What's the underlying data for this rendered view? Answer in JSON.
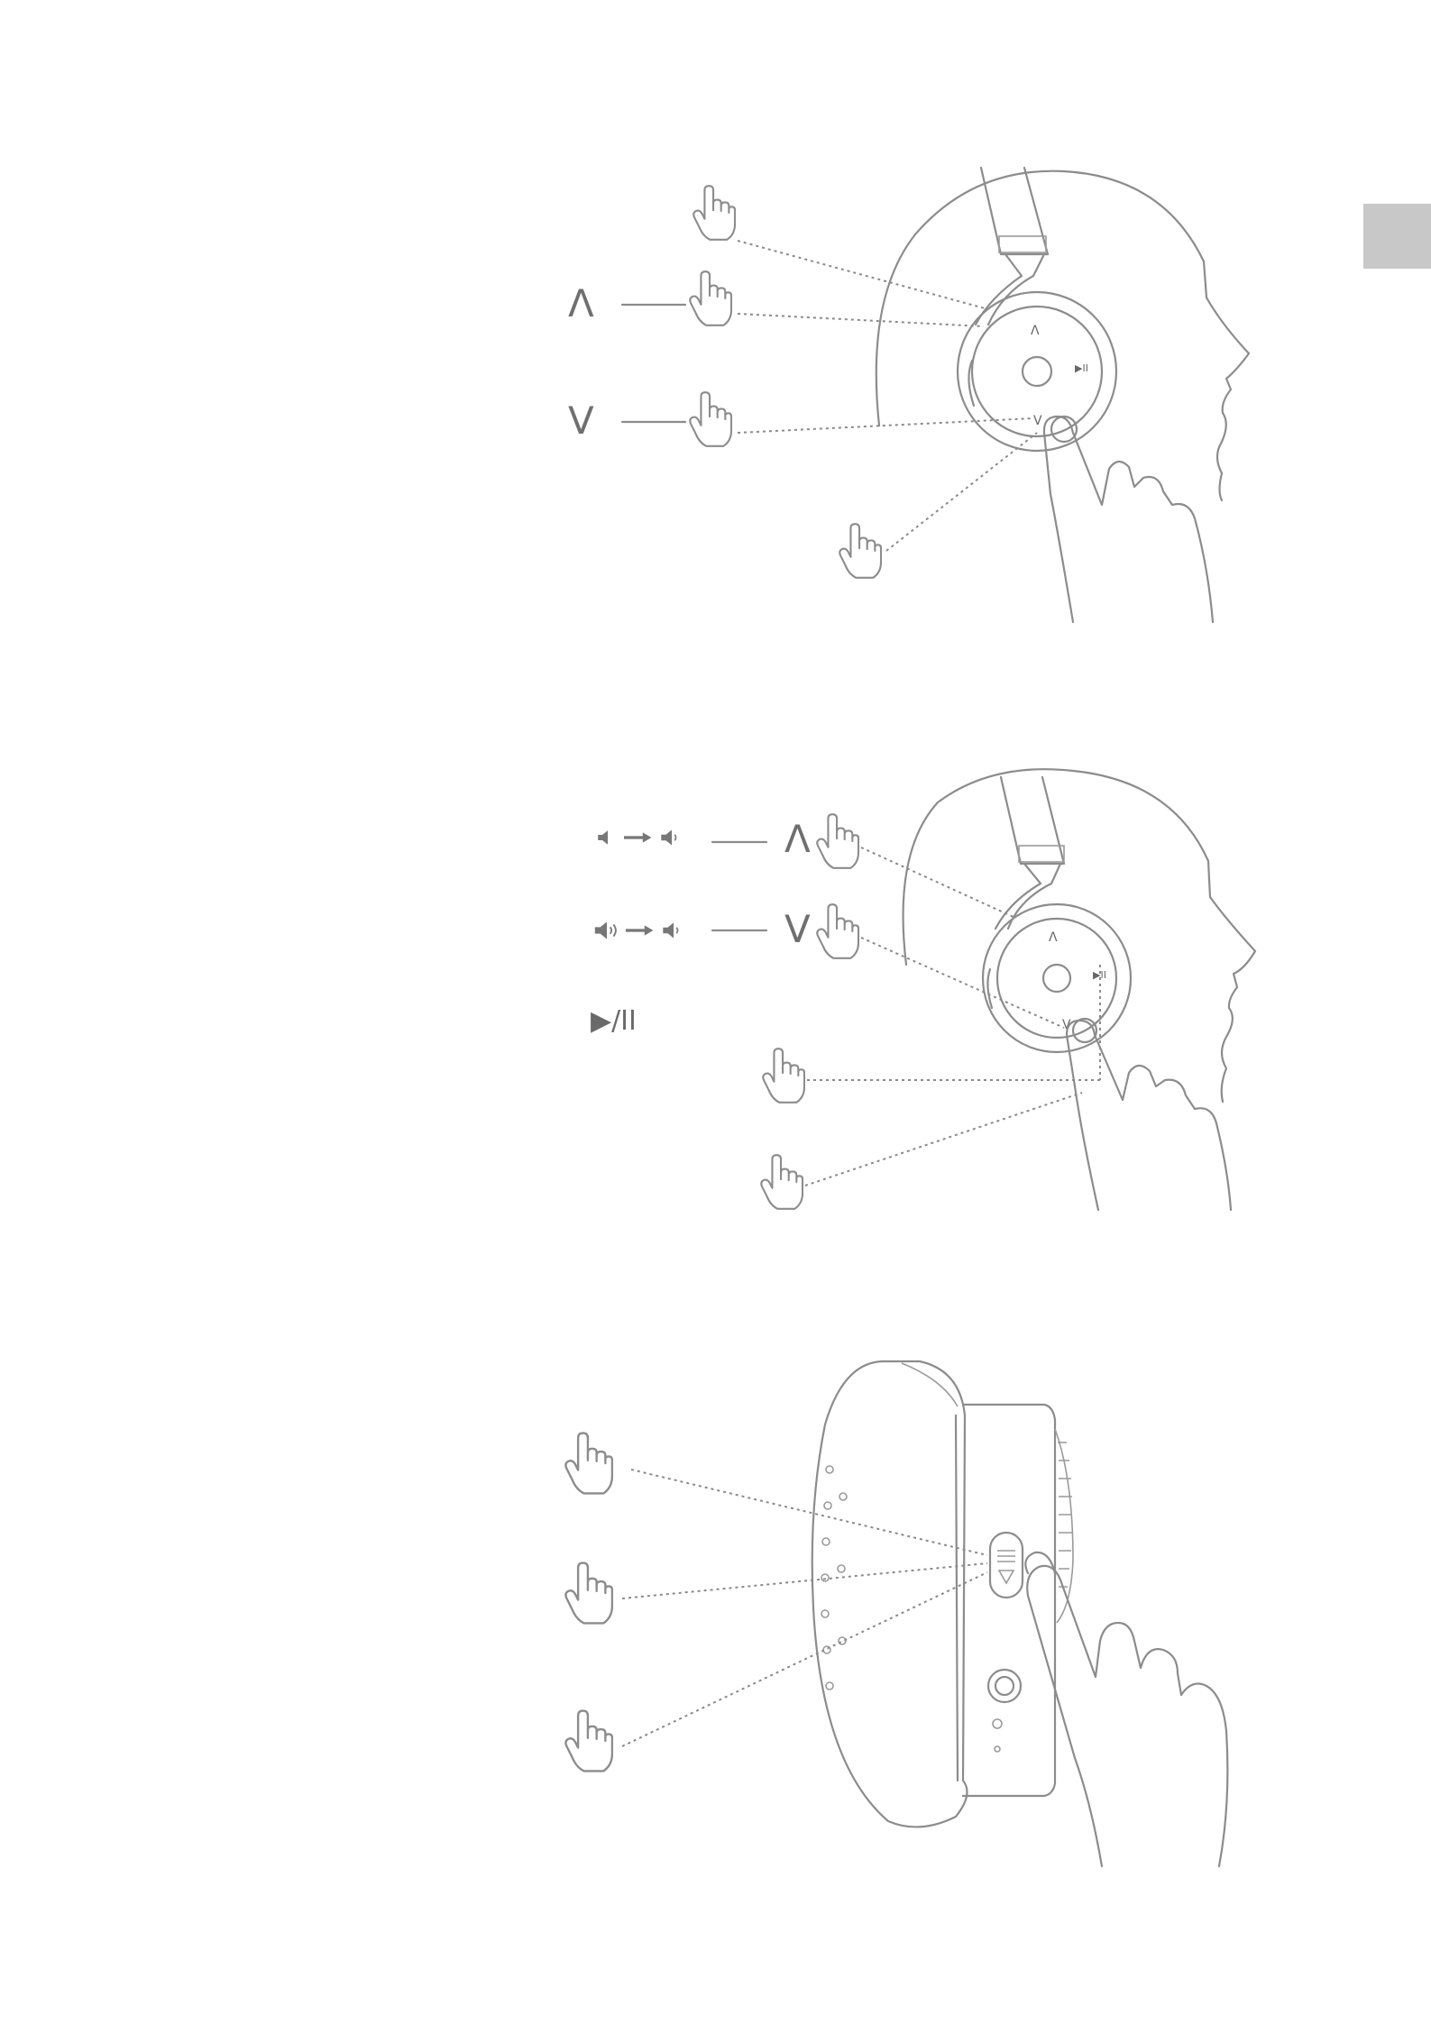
{
  "figure1": {
    "up_label": "Λ",
    "down_label": "V",
    "earcup_marks": {
      "up": "Λ",
      "down": "V",
      "play_pause": "▶II"
    }
  },
  "figure2": {
    "row_up_label": "Λ",
    "row_down_label": "V",
    "play_pause_label": "▶/II",
    "earcup_marks": {
      "up": "Λ",
      "down": "V",
      "play_pause": "▶II"
    }
  },
  "icons": [
    "hand-tap-icon",
    "volume-down-icon",
    "volume-up-icon",
    "arrow-right-icon",
    "play-pause-icon"
  ],
  "colors": {
    "line": "#8c8c8c",
    "side_tab": "#c8c8c8"
  }
}
